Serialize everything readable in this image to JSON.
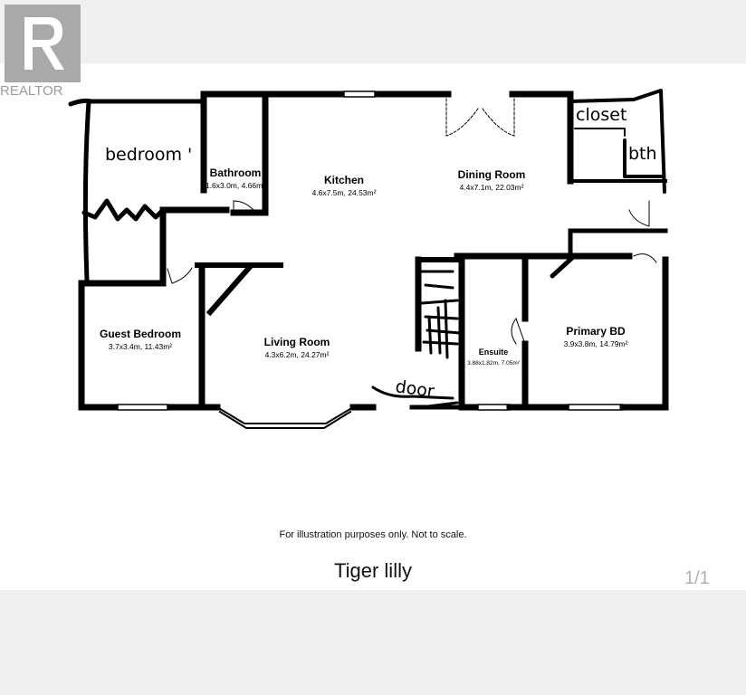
{
  "logo": {
    "brand": "REALTOR",
    "icon": "realtor-r-logo"
  },
  "rooms": {
    "kitchen": {
      "name": "Kitchen",
      "dims": "4.6x7.5m, 24.53m²"
    },
    "dining": {
      "name": "Dining Room",
      "dims": "4.4x7.1m, 22.03m²"
    },
    "bathroom": {
      "name": "Bathroom",
      "dims": "1.6x3.0m, 4.66m²"
    },
    "guest": {
      "name": "Guest Bedroom",
      "dims": "3.7x3.4m, 11.43m²"
    },
    "living": {
      "name": "Living Room",
      "dims": "4.3x6.2m, 24.27m²"
    },
    "ensuite": {
      "name": "Ensuite",
      "dims": "3.88x1.82m, 7.05m²"
    },
    "primary": {
      "name": "Primary BD",
      "dims": "3.9x3.8m, 14.79m²"
    }
  },
  "handwritten": {
    "bedroom": "bedroom '",
    "closet": "closet",
    "bth": "bth",
    "door": "door"
  },
  "caption": "For illustration purposes only. Not to scale.",
  "title": "Tiger lilly",
  "pager": "1/1"
}
